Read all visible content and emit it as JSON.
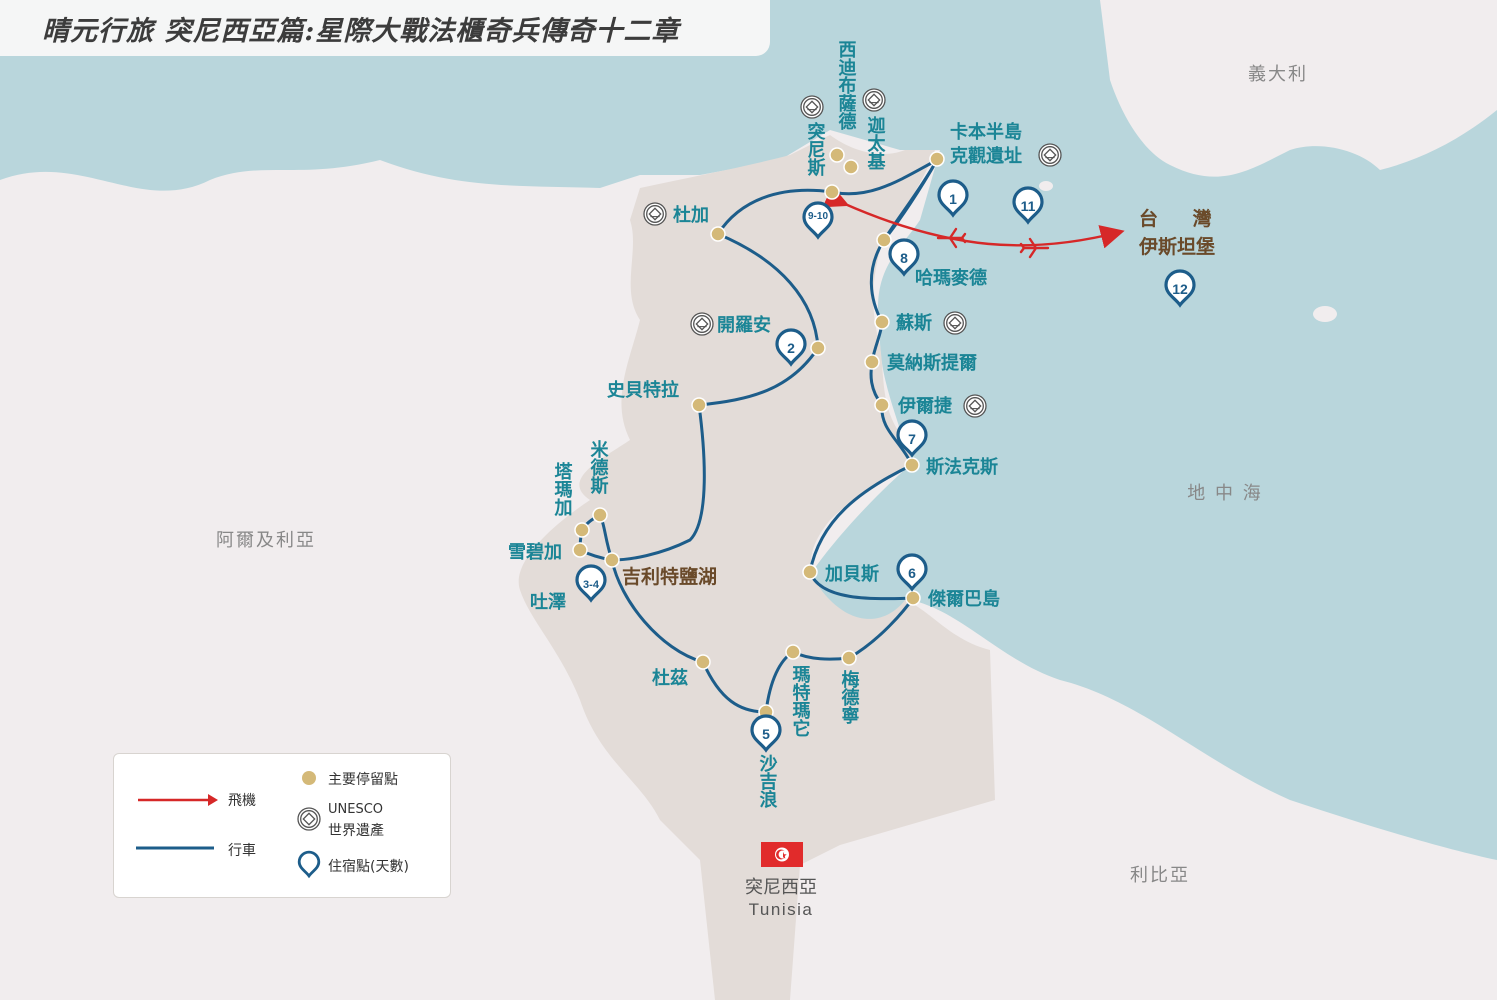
{
  "title": "晴元行旅 突尼西亞篇:星際大戰法櫃奇兵傳奇十二章",
  "colors": {
    "sea": "#b9d6dc",
    "land": "#f1edee",
    "tunisia": "#e3dcd8",
    "route": "#1d5d8a",
    "flight": "#d62828",
    "stop": "#d4b978",
    "city_label": "#1b8596",
    "special_label": "#6a4a2a",
    "region_label": "#888888"
  },
  "regions": {
    "algeria": "阿爾及利亞",
    "libya": "利比亞",
    "italy": "義大利",
    "mediterranean": "地 中 海",
    "tunisia_zh": "突尼西亞",
    "tunisia_en": "Tunisia",
    "taiwan": "台 灣",
    "istanbul": "伊斯坦堡"
  },
  "cities": {
    "tunis": "突尼斯",
    "sidi_bou_said": "西迪布薩德",
    "carthage": "迦太基",
    "cap_bon": "卡本半島克觀遺址",
    "dougga": "杜加",
    "hammamet": "哈瑪麥德",
    "kairouan": "開羅安",
    "sousse": "蘇斯",
    "monastir": "莫納斯提爾",
    "el_jem": "伊爾捷",
    "sbeitla": "史貝特拉",
    "sfax": "斯法克斯",
    "mides": "米德斯",
    "tamerza": "塔瑪加",
    "chebika": "雪碧加",
    "tozeur": "吐澤",
    "chott_el_jerid": "吉利特鹽湖",
    "gabes": "加貝斯",
    "djerba": "傑爾巴島",
    "douz": "杜茲",
    "matmata": "瑪特瑪它",
    "medenine": "梅德寧",
    "ksar_ghilane": "沙吉浪"
  },
  "stays": [
    "1",
    "2",
    "3-4",
    "5",
    "6",
    "7",
    "8",
    "9-10",
    "11",
    "12"
  ],
  "legend": {
    "flight": "飛機",
    "drive": "行車",
    "stop": "主要停留點",
    "unesco_line1": "UNESCO",
    "unesco_line2": "世界遺產",
    "stay": "住宿點(天數)"
  }
}
